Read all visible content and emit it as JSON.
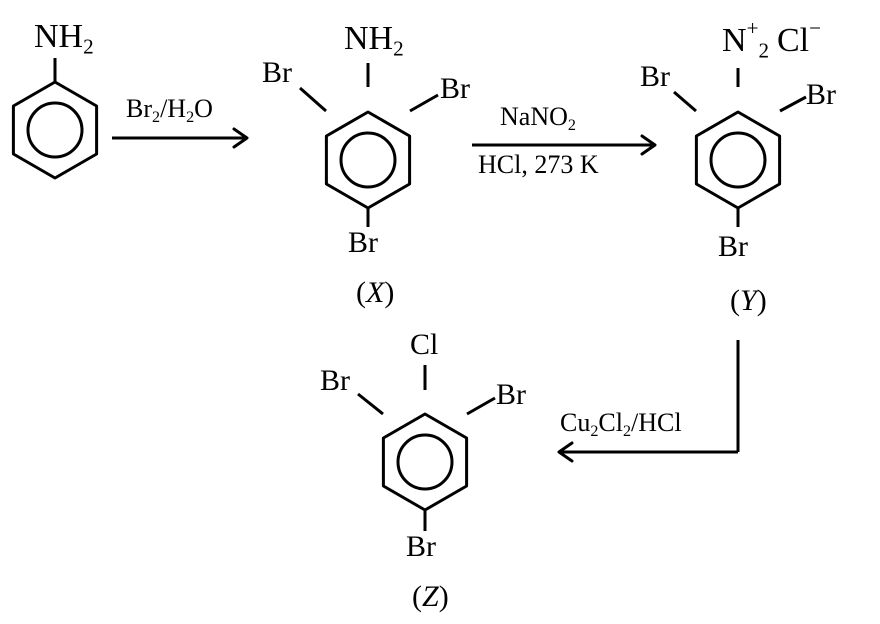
{
  "molecules": {
    "aniline": {
      "amine": {
        "main": "NH",
        "sub": "2"
      }
    },
    "X": {
      "amine": {
        "main": "NH",
        "sub": "2"
      },
      "sub_left": "Br",
      "sub_right": "Br",
      "sub_bottom": "Br",
      "caption": {
        "open": "(",
        "letter": "X",
        "close": ")"
      }
    },
    "Y": {
      "diazonium": {
        "n": "N",
        "charge": "+",
        "sub": "2",
        "cl": "Cl",
        "minus": "−"
      },
      "sub_left": "Br",
      "sub_right": "Br",
      "sub_bottom": "Br",
      "caption": {
        "open": "(",
        "letter": "Y",
        "close": ")"
      }
    },
    "Z": {
      "sub_top": "Cl",
      "sub_left": "Br",
      "sub_right": "Br",
      "sub_bottom": "Br",
      "caption": {
        "open": "(",
        "letter": "Z",
        "close": ")"
      }
    }
  },
  "reagents": {
    "step1": {
      "a": "Br",
      "a_sub": "2",
      "b": "/H",
      "b_sub": "2",
      "c": "O"
    },
    "step2_top": {
      "a": "NaNO",
      "a_sub": "2"
    },
    "step2_bottom": "HCl, 273 K",
    "step3": {
      "a": "Cu",
      "a_sub": "2",
      "b": "Cl",
      "b_sub": "2",
      "c": "/HCl"
    }
  },
  "colors": {
    "ink": "#000000",
    "background": "#ffffff"
  }
}
